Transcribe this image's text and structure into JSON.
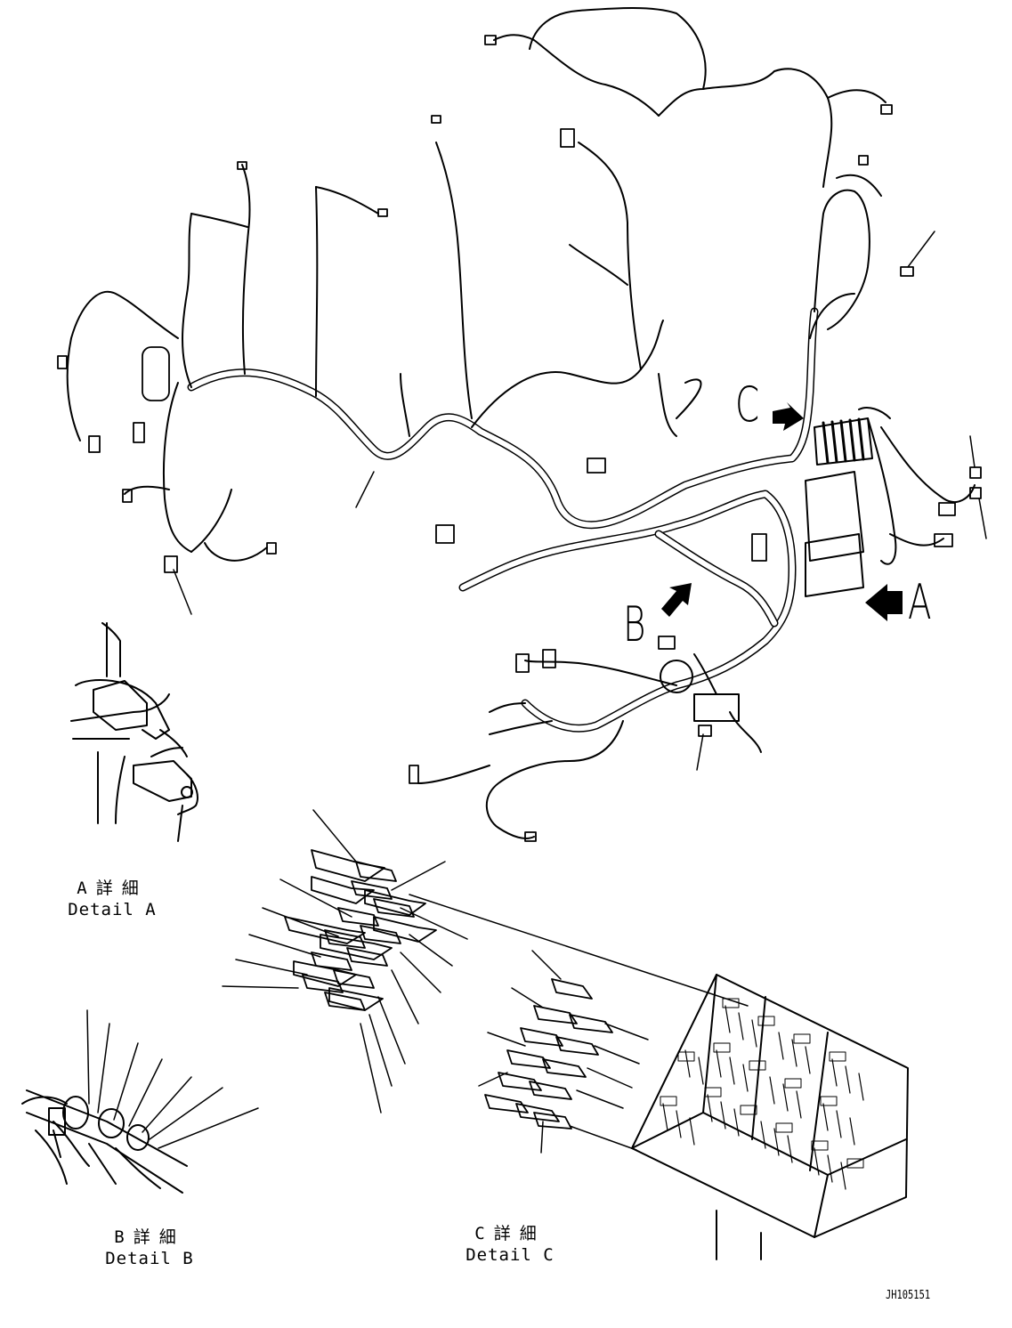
{
  "callouts": {
    "a": "A",
    "b": "B",
    "c": "C"
  },
  "captions": {
    "detail_a": {
      "jp": "A詳細",
      "en": "Detail A"
    },
    "detail_b": {
      "jp": "B詳細",
      "en": "Detail B"
    },
    "detail_c": {
      "jp": "C詳細",
      "en": "Detail C"
    }
  },
  "document_id": "JH105151"
}
